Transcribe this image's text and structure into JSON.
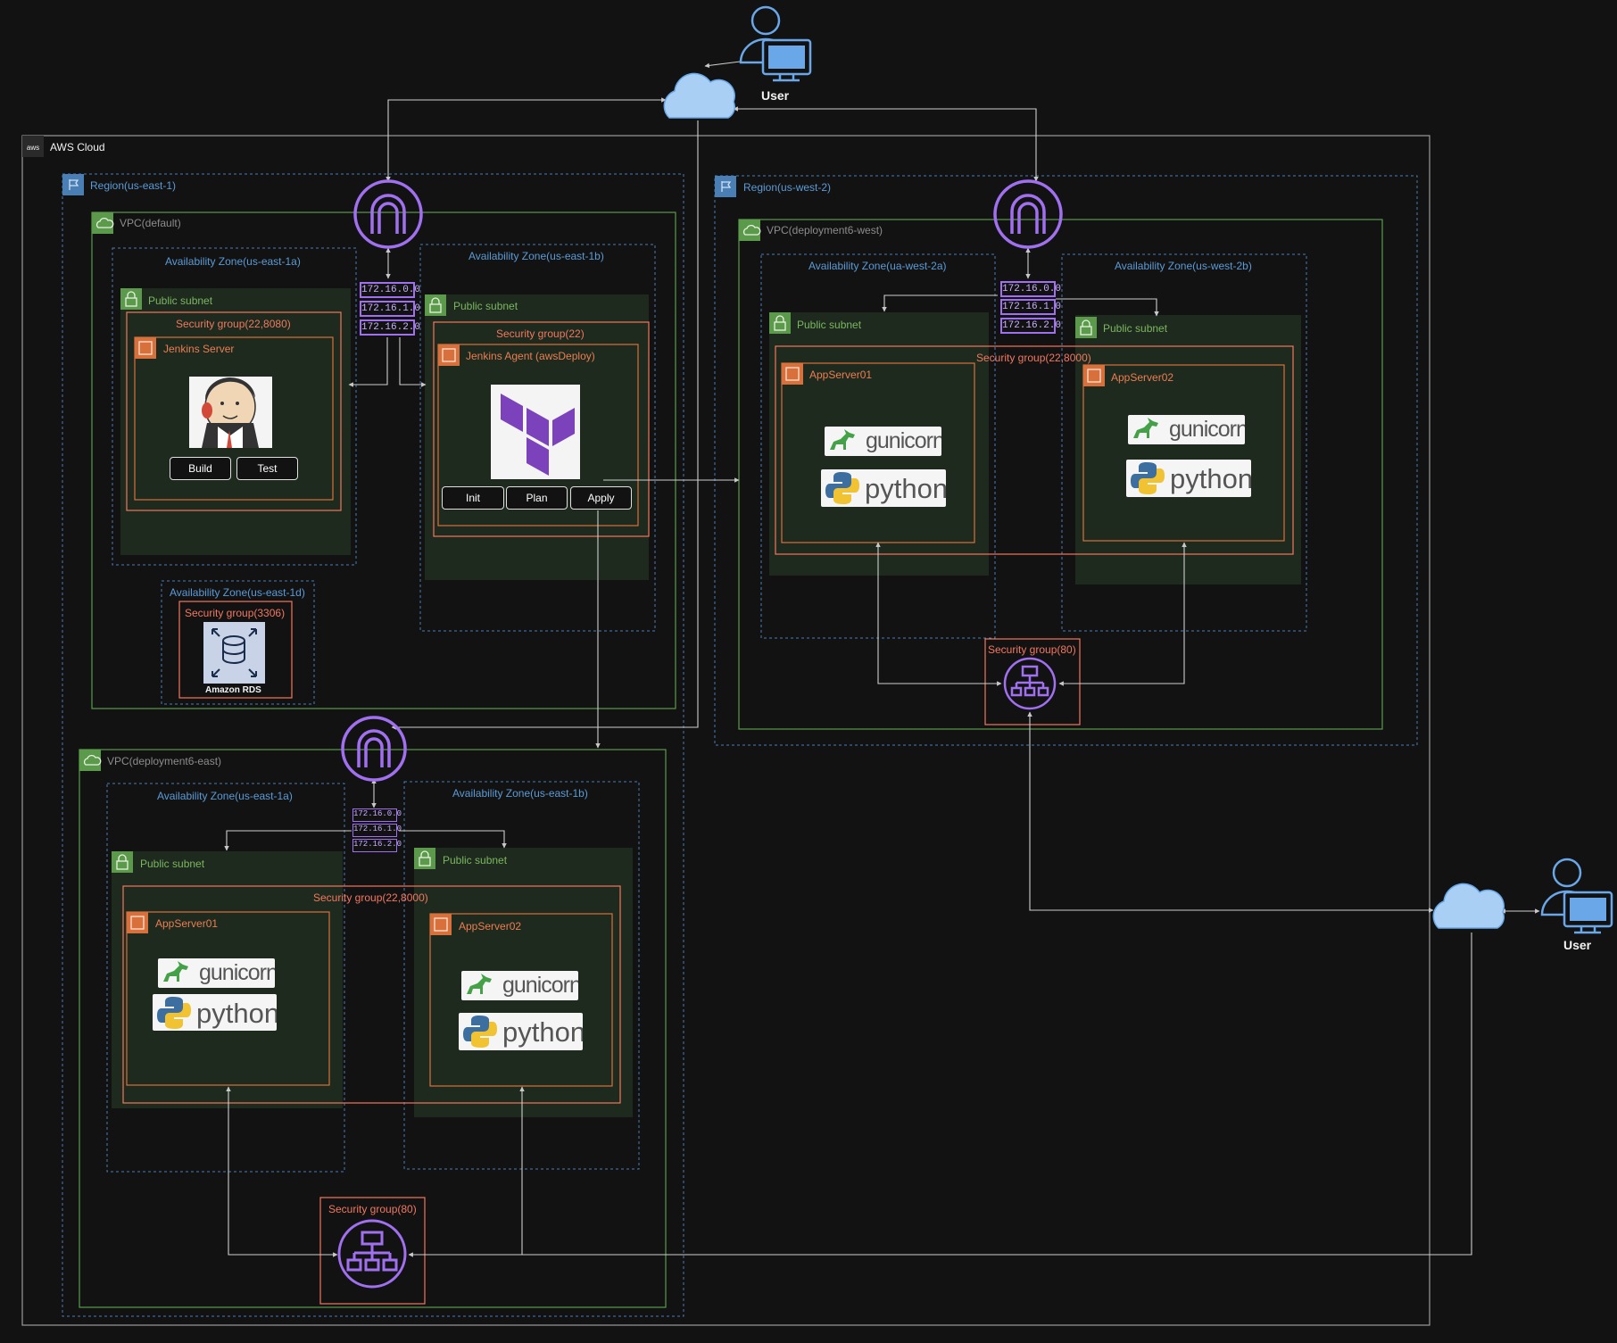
{
  "cloud": {
    "label": "AWS Cloud"
  },
  "users": {
    "top": "User",
    "right": "User"
  },
  "region_east": {
    "label": "Region(us-east-1)",
    "vpc_default": {
      "label": "VPC(default)",
      "az_1a": "Availability Zone(us-east-1a)",
      "az_1b": "Availability Zone(us-east-1b)",
      "az_1d": "Availability Zone(us-east-1d)",
      "subnet_1a": "Public subnet",
      "subnet_1b": "Public subnet",
      "sg_jenkins": "Security group(22,8080)",
      "sg_agent": "Security group(22)",
      "sg_rds": "Security group(3306)",
      "jenkins_server": "Jenkins Server",
      "jenkins_agent": "Jenkins Agent (awsDeploy)",
      "rds_label": "Amazon RDS",
      "btn_build": "Build",
      "btn_test": "Test",
      "btn_init": "Init",
      "btn_plan": "Plan",
      "btn_apply": "Apply"
    },
    "vpc_deploy": {
      "label": "VPC(deployment6-east)",
      "az_1a": "Availability Zone(us-east-1a)",
      "az_1b": "Availability Zone(us-east-1b)",
      "subnet_1a": "Public subnet",
      "subnet_1b": "Public subnet",
      "sg_app": "Security group(22,8000)",
      "sg_lb": "Security group(80)",
      "app1": "AppServer01",
      "app2": "AppServer02"
    }
  },
  "region_west": {
    "label": "Region(us-west-2)",
    "vpc": {
      "label": "VPC(deployment6-west)",
      "az_2a": "Availability Zone(ua-west-2a)",
      "az_2b": "Availability Zone(us-west-2b)",
      "subnet_2a": "Public subnet",
      "subnet_2b": "Public subnet",
      "sg_app": "Security group(22,8000)",
      "sg_lb": "Security group(80)",
      "app1": "AppServer01",
      "app2": "AppServer02"
    }
  },
  "route_table": [
    "172.16.0.0",
    "172.16.1.0",
    "172.16.2.0"
  ],
  "logos": {
    "gunicorn": "gunicorn",
    "python": "python"
  },
  "icons": [
    "aws-logo-icon",
    "region-flag-icon",
    "vpc-cloud-icon",
    "lock-icon",
    "ec2-chip-icon",
    "internet-gateway-icon",
    "load-balancer-icon",
    "rds-database-icon",
    "internet-cloud-icon",
    "user-icon",
    "jenkins-logo-icon",
    "terraform-logo-icon",
    "python-logo-icon",
    "gunicorn-logo-icon"
  ],
  "colors": {
    "background": "#121213",
    "region": "#5b9bd5",
    "vpc": "#7bb661",
    "security_group": "#f2785f",
    "ec2": "#ed7d52",
    "network": "#a070f0"
  }
}
